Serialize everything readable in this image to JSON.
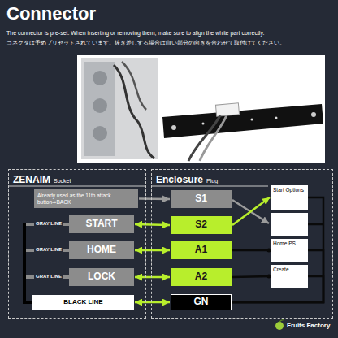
{
  "diagram": {
    "title": "Connector",
    "nodes": [
      {
        "text": [
          "ZENAIM",
          "Socket"
        ]
      },
      {
        "text": [
          "Already used as the 11th attack button⇒BACK"
        ],
        "in": 0
      },
      {
        "text": [
          "START"
        ],
        "in": 0
      },
      {
        "text": [
          "HOME"
        ],
        "in": 0
      },
      {
        "text": [
          "LOCK"
        ],
        "in": 0
      },
      {
        "text": [
          "BLACK LINE"
        ],
        "in": 0
      },
      {
        "text": [
          "Enclosure",
          "Plug"
        ]
      },
      {
        "text": [
          "S1"
        ],
        "in": 6
      },
      {
        "text": [
          "S2"
        ],
        "in": 6
      },
      {
        "text": [
          "A1"
        ],
        "in": 6
      },
      {
        "text": [
          "A2"
        ],
        "in": 6
      },
      {
        "text": [
          "GN"
        ],
        "in": 6
      },
      {
        "text": [
          "Start Options"
        ],
        "in": 6
      },
      {
        "text": [
          "Home PS"
        ],
        "in": 6
      },
      {
        "text": [
          "Create"
        ],
        "in": 6
      }
    ],
    "edges": [
      {
        "from": 1,
        "to": 7,
        "arrow": "to"
      },
      {
        "from": 2,
        "to": 8,
        "arrow": "both"
      },
      {
        "from": 3,
        "to": 9,
        "arrow": "both"
      },
      {
        "from": 4,
        "to": 10,
        "arrow": "both"
      },
      {
        "from": 5,
        "to": 11,
        "arrow": "both"
      },
      {
        "from": 8,
        "to": 12,
        "arrow": "to"
      },
      {
        "from": 9,
        "to": 13,
        "arrow": "none"
      },
      {
        "from": 10,
        "to": 14,
        "arrow": "none"
      },
      {
        "from": 11,
        "to": 12,
        "arrow": "none"
      },
      {
        "from": 11,
        "to": 13,
        "arrow": "none"
      },
      {
        "from": 11,
        "to": 14,
        "arrow": "none"
      }
    ],
    "labels": [
      "The connector is pre-set. When inserting or removing them, make sure to align the white part correctly.",
      "コネクタは予めプリセットされています。抜き差しする場合は白い部分の向きを合わせて取付けてください。",
      "GRAY LINE",
      "GRAY LINE",
      "GRAY LINE",
      "Fruits Factory"
    ]
  }
}
